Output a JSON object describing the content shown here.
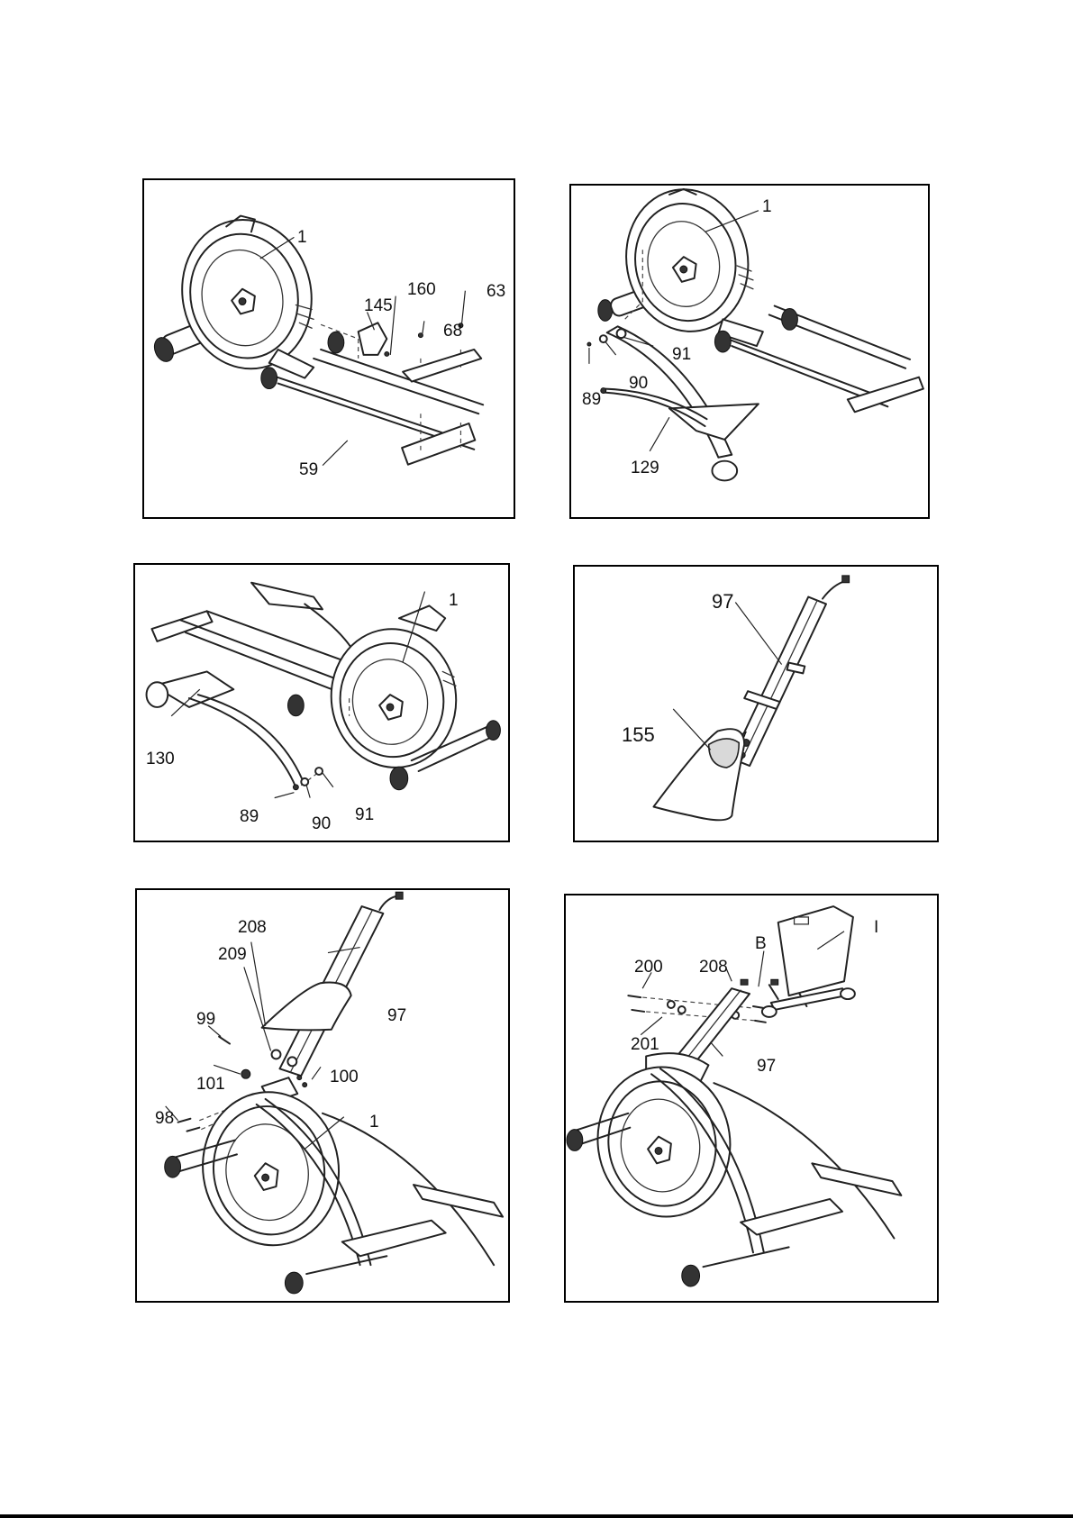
{
  "panels": [
    {
      "id": "step1",
      "labels": [
        "1",
        "145",
        "160",
        "68",
        "63",
        "59"
      ]
    },
    {
      "id": "step2",
      "labels": [
        "1",
        "91",
        "90",
        "89",
        "129"
      ]
    },
    {
      "id": "step3",
      "labels": [
        "1",
        "130",
        "89",
        "90",
        "91"
      ]
    },
    {
      "id": "step4",
      "labels": [
        "97",
        "155"
      ]
    },
    {
      "id": "step5",
      "labels": [
        "208",
        "209",
        "97",
        "99",
        "101",
        "100",
        "98",
        "1"
      ]
    },
    {
      "id": "step6",
      "labels": [
        "200",
        "208",
        "B",
        "I",
        "201",
        "97"
      ]
    }
  ]
}
